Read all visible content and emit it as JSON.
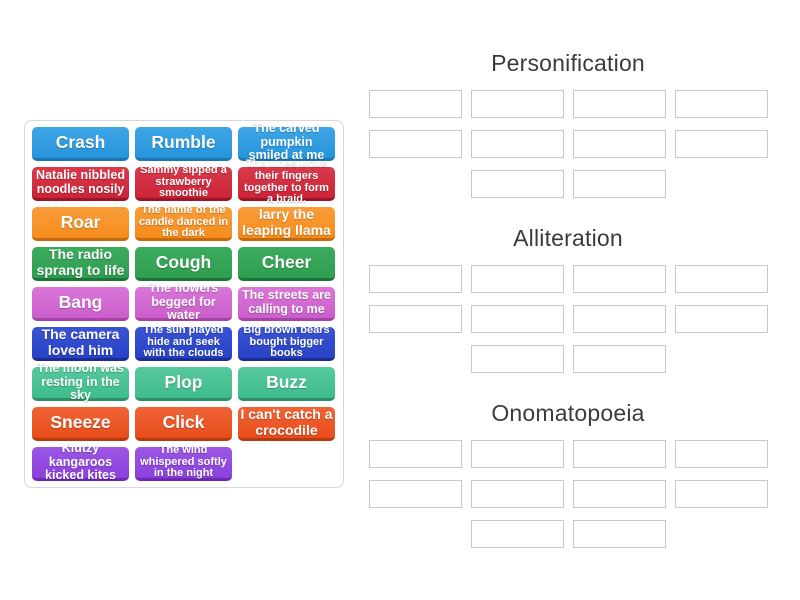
{
  "activity": {
    "kind": "group-sort",
    "tiles": [
      {
        "label": "Crash",
        "color": "sky"
      },
      {
        "label": "Rumble",
        "color": "sky"
      },
      {
        "label": "The carved pumpkin smiled at me",
        "color": "sky"
      },
      {
        "label": "Natalie nibbled noodles nosily",
        "color": "crimson"
      },
      {
        "label": "Sammy sipped a strawberry smoothie",
        "color": "crimson"
      },
      {
        "label": "The vines wove their fingers together to form a braid.",
        "color": "crimson"
      },
      {
        "label": "Roar",
        "color": "orange"
      },
      {
        "label": "The flame of the candle danced in the dark",
        "color": "orange"
      },
      {
        "label": "larry the leaping llama",
        "color": "orange"
      },
      {
        "label": "The radio sprang to life",
        "color": "green"
      },
      {
        "label": "Cough",
        "color": "green"
      },
      {
        "label": "Cheer",
        "color": "green"
      },
      {
        "label": "Bang",
        "color": "orchid"
      },
      {
        "label": "The flowers begged for water",
        "color": "orchid"
      },
      {
        "label": "The streets are calling to me",
        "color": "orchid"
      },
      {
        "label": "The camera loved him",
        "color": "royal"
      },
      {
        "label": "The sun played hide and seek with the clouds",
        "color": "royal"
      },
      {
        "label": "Big brown bears bought bigger books",
        "color": "royal"
      },
      {
        "label": "The moon was resting in the sky",
        "color": "seafoam"
      },
      {
        "label": "Plop",
        "color": "seafoam"
      },
      {
        "label": "Buzz",
        "color": "seafoam"
      },
      {
        "label": "Sneeze",
        "color": "vermilion"
      },
      {
        "label": "Click",
        "color": "vermilion"
      },
      {
        "label": "I can't catch a crocodile",
        "color": "vermilion"
      },
      {
        "label": "Klutzy kangaroos kicked kites",
        "color": "violet"
      },
      {
        "label": "The wind whispered softly in the night",
        "color": "violet"
      }
    ],
    "tile_colors": {
      "sky": {
        "light": "#3fa6e6",
        "base": "#2694db",
        "edge": "#1c77b4"
      },
      "crimson": {
        "light": "#d93a4c",
        "base": "#cc2438",
        "edge": "#9c1426"
      },
      "orange": {
        "light": "#f99d3a",
        "base": "#f68c1c",
        "edge": "#c56a08"
      },
      "green": {
        "light": "#3dab5f",
        "base": "#2e9e50",
        "edge": "#1f7539"
      },
      "orchid": {
        "light": "#da76da",
        "base": "#cb5ecb",
        "edge": "#a841a8"
      },
      "royal": {
        "light": "#3a54d4",
        "base": "#2942c6",
        "edge": "#1b2c96"
      },
      "seafoam": {
        "light": "#56c99e",
        "base": "#3fbd8c",
        "edge": "#2e9068"
      },
      "vermilion": {
        "light": "#f06436",
        "base": "#e84d1b",
        "edge": "#b83810"
      },
      "violet": {
        "light": "#9c58e4",
        "base": "#8b40dc",
        "edge": "#6c28b4"
      }
    },
    "groups": [
      {
        "title": "Personification",
        "slot_rows": [
          4,
          4,
          2
        ]
      },
      {
        "title": "Alliteration",
        "slot_rows": [
          4,
          4,
          2
        ]
      },
      {
        "title": "Onomatopoeia",
        "slot_rows": [
          4,
          4,
          2
        ]
      }
    ],
    "slot_border_color": "#c9c9c9",
    "heading_color": "#3b3b3b"
  }
}
